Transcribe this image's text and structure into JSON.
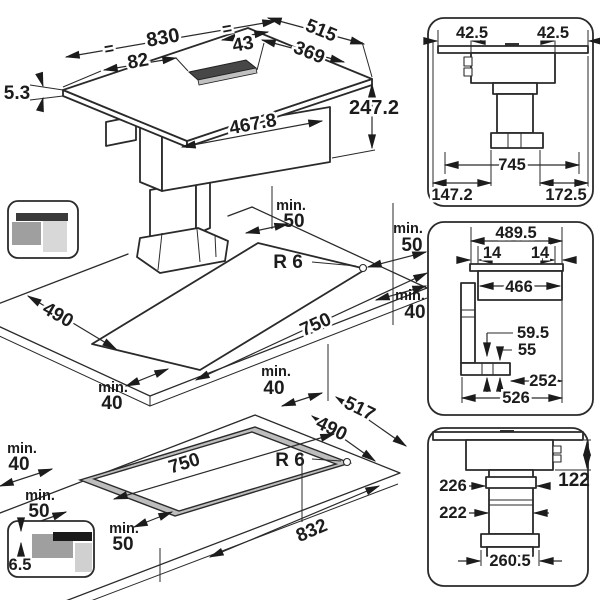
{
  "main_view": {
    "eq_left": "=",
    "width_total": "830",
    "eq_right": "=",
    "vent_width": "43",
    "left_offset": "82",
    "depth_total": "515",
    "depth_right": "369",
    "glass_thickness": "5.3",
    "total_height": "247.2",
    "body_width": "467.8",
    "clearance_below_label": "min.",
    "clearance_below_value": "50"
  },
  "cutout_view": {
    "radius": "R 6",
    "depth": "490",
    "width": "750",
    "back_right_label": "min.",
    "back_right_value": "50",
    "front_right_label": "min.",
    "front_right_value": "40",
    "front_left_label": "min.",
    "front_left_value": "40"
  },
  "flush_view": {
    "radius": "R 6",
    "outer_depth": "517",
    "inner_depth": "490",
    "inner_width": "750",
    "outer_width": "832",
    "back_label": "min.",
    "back_value": "40",
    "left_label": "min.",
    "left_value": "40",
    "left2_label": "min.",
    "left2_value": "50",
    "side_label": "min.",
    "side_value": "50",
    "rebate_depth": "6.5"
  },
  "front_panel": {
    "left_overhang": "42.5",
    "right_overhang": "42.5",
    "body_width": "745",
    "left_offset": "147.2",
    "right_offset": "172.5"
  },
  "side_panel": {
    "outer_width": "489.5",
    "left_lip": "14",
    "right_lip": "14",
    "inner_width": "466",
    "duct_drop": "59.5",
    "duct_drop_inner": "55",
    "duct_offset": "252",
    "total_depth": "526"
  },
  "plinth_panel": {
    "upper_width": "226",
    "lower_width": "222",
    "side_height": "122",
    "base_width": "260.5"
  }
}
